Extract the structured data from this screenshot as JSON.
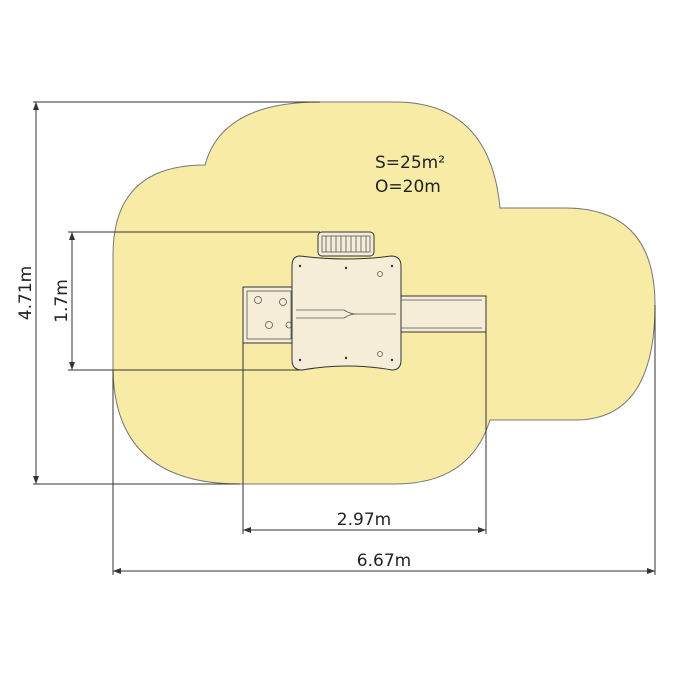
{
  "surface": {
    "area_label": "S=25m²",
    "perimeter_label": "O=20m",
    "fill_color": "#f8eba6",
    "stroke_color": "#777777"
  },
  "dimensions": {
    "total_depth": "4.71m",
    "platform_depth": "1.7m",
    "slide_width": "2.97m",
    "total_width": "6.67m"
  }
}
